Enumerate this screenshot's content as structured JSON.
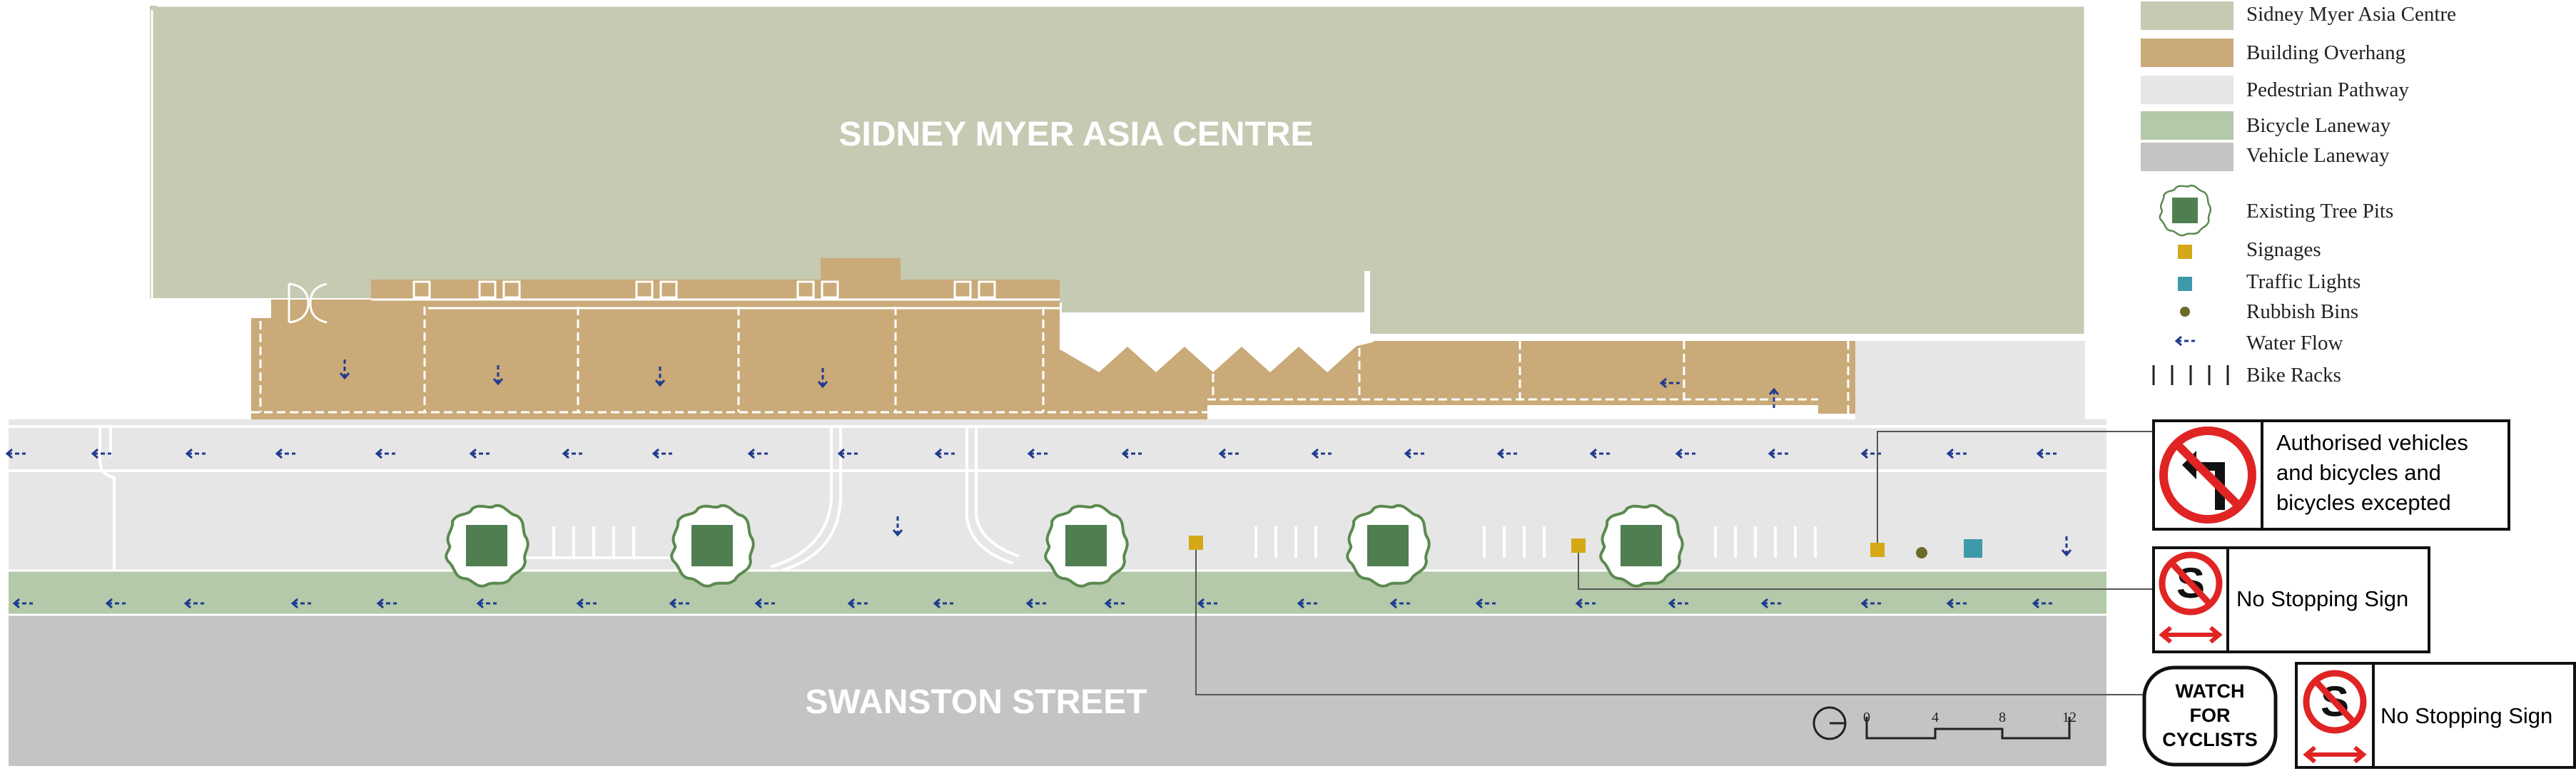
{
  "map": {
    "building_label": "SIDNEY MYER ASIA CENTRE",
    "street_label": "SWANSTON STREET"
  },
  "legend": {
    "items": [
      {
        "label": "Sidney Myer Asia Centre",
        "color": "#c5cab3"
      },
      {
        "label": "Building Overhang",
        "color": "#c9aa78"
      },
      {
        "label": "Pedestrian Pathway",
        "color": "#e6e6e6"
      },
      {
        "label": "Bicycle Laneway",
        "color": "#b3c9aa"
      },
      {
        "label": "Vehicle Laneway",
        "color": "#c4c4c4"
      },
      {
        "label": "Existing Tree Pits",
        "icon": "tree-pit-icon"
      },
      {
        "label": "Signages",
        "color": "#d4a817"
      },
      {
        "label": "Traffic Lights",
        "color": "#3e9aa8"
      },
      {
        "label": "Rubbish Bins",
        "color": "#6b6a2a"
      },
      {
        "label": "Water Flow",
        "icon": "water-flow-arrow-icon"
      },
      {
        "label": "Bike Racks",
        "icon": "bike-rack-icon"
      }
    ]
  },
  "signs": {
    "no_left_turn": "Authorised vehicles\nand bicycles and\nbicycles excepted",
    "no_stopping_1": "No Stopping Sign",
    "watch_cyclists": "WATCH\nFOR\nCYCLISTS",
    "no_stopping_2": "No Stopping Sign"
  },
  "scale_bar": {
    "ticks": [
      "0",
      "4",
      "8",
      "12"
    ]
  },
  "colors": {
    "building": "#c5cab3",
    "overhang": "#c9aa78",
    "pedestrian": "#e6e6e6",
    "bicycle": "#b3c9aa",
    "vehicle": "#c4c4c4",
    "tree": "#4f7f50",
    "tree_ring": "#5b8a4f",
    "water_arrow": "#1f3b8f",
    "sign_red": "#e02424"
  }
}
